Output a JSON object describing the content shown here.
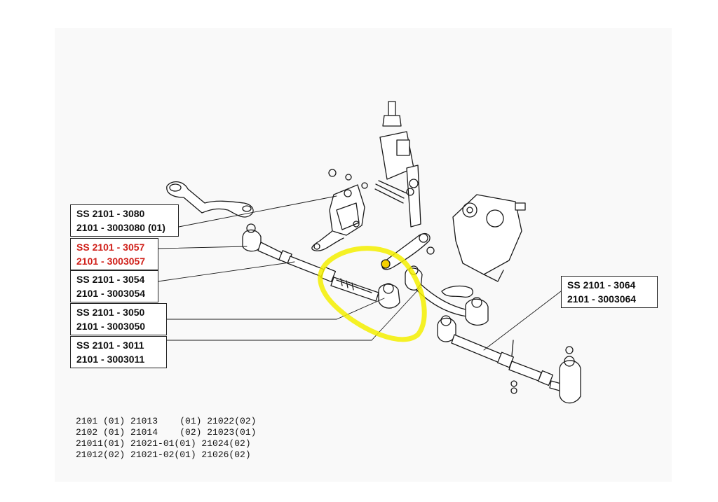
{
  "labels": [
    {
      "code": "SS 2101 - 3080",
      "oem": "2101 - 3003080 (01)"
    },
    {
      "code": "SS 2101 - 3057",
      "oem": "2101 - 3003057",
      "highlight": "#d0201a"
    },
    {
      "code": "SS 2101 - 3054",
      "oem": "2101 - 3003054"
    },
    {
      "code": "SS 2101 - 3050",
      "oem": "2101 - 3003050"
    },
    {
      "code": "SS 2101 - 3011",
      "oem": "2101 - 3003011"
    },
    {
      "code": "SS 2101 - 3064",
      "oem": "2101 - 3003064"
    }
  ],
  "applicability": [
    "2101 (01) 21013    (01) 21022(02)",
    "2102 (01) 21014    (02) 21023(01)",
    "21011(01) 21021-01(01) 21024(02)",
    "21012(02) 21021-02(01) 21026(02)"
  ],
  "colors": {
    "highlight_ellipse": "#f5f000",
    "ink": "#1a1a1a"
  }
}
